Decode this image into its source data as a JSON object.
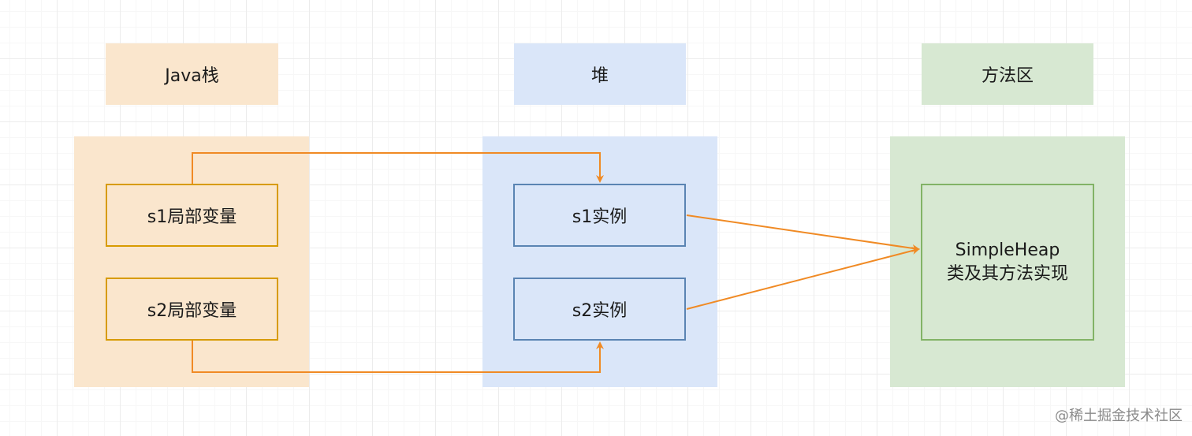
{
  "titles": {
    "java_stack": "Java栈",
    "heap": "堆",
    "method_area": "方法区"
  },
  "stack": {
    "s1_local": "s1局部变量",
    "s2_local": "s2局部变量"
  },
  "heap": {
    "s1_instance": "s1实例",
    "s2_instance": "s2实例"
  },
  "method_area": {
    "class_line1": "SimpleHeap",
    "class_line2": "类及其方法实现"
  },
  "watermark": "@稀土掘金技术社区",
  "colors": {
    "stack_fill": "#fae6cd",
    "stack_border": "#d79b00",
    "heap_fill": "#dae6f9",
    "heap_border": "#5a84b3",
    "method_fill": "#d7e8d2",
    "method_border": "#82b366",
    "arrow": "#f08a24"
  }
}
